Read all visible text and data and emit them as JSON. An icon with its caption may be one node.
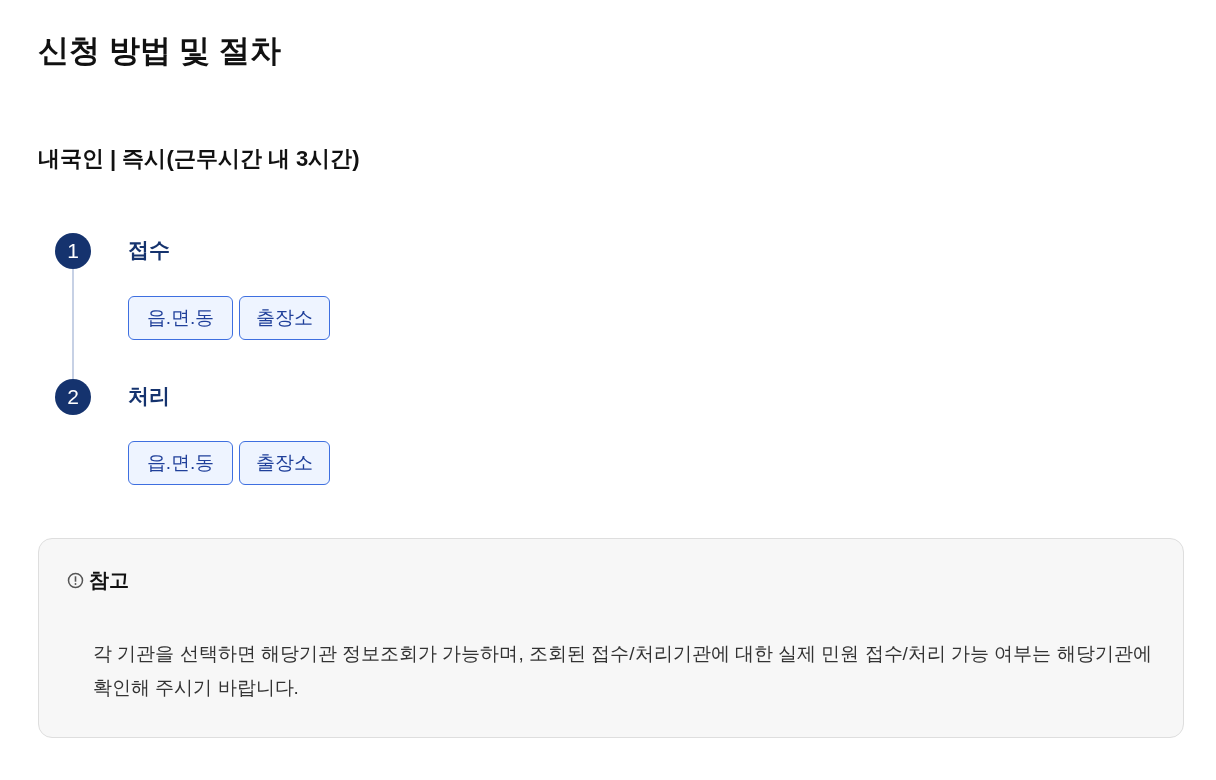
{
  "diagram": {
    "title": "신청 방법 및 절차",
    "nodes": [
      {
        "text": [
          "1"
        ],
        "beside": [
          "접수"
        ]
      },
      {
        "text": [
          "읍.면.동"
        ]
      },
      {
        "text": [
          "출장소"
        ]
      },
      {
        "text": [
          "2"
        ],
        "beside": [
          "처리"
        ]
      },
      {
        "text": [
          "읍.면.동"
        ]
      },
      {
        "text": [
          "출장소"
        ]
      },
      {
        "text": [
          "참고",
          "각 기관을 선택하면 해당기관 정보조회가 가능하며, 조회된 접수/처리기관에 대한 실제 민원 접수/처리 가능 여부는 해당기관에 확인해 주시기 바랍니다."
        ]
      }
    ],
    "edges": [
      {
        "from": 0,
        "to": 3,
        "arrow": "none"
      }
    ],
    "labels": [
      "내국인 | 즉시(근무시간 내 3시간)"
    ]
  }
}
